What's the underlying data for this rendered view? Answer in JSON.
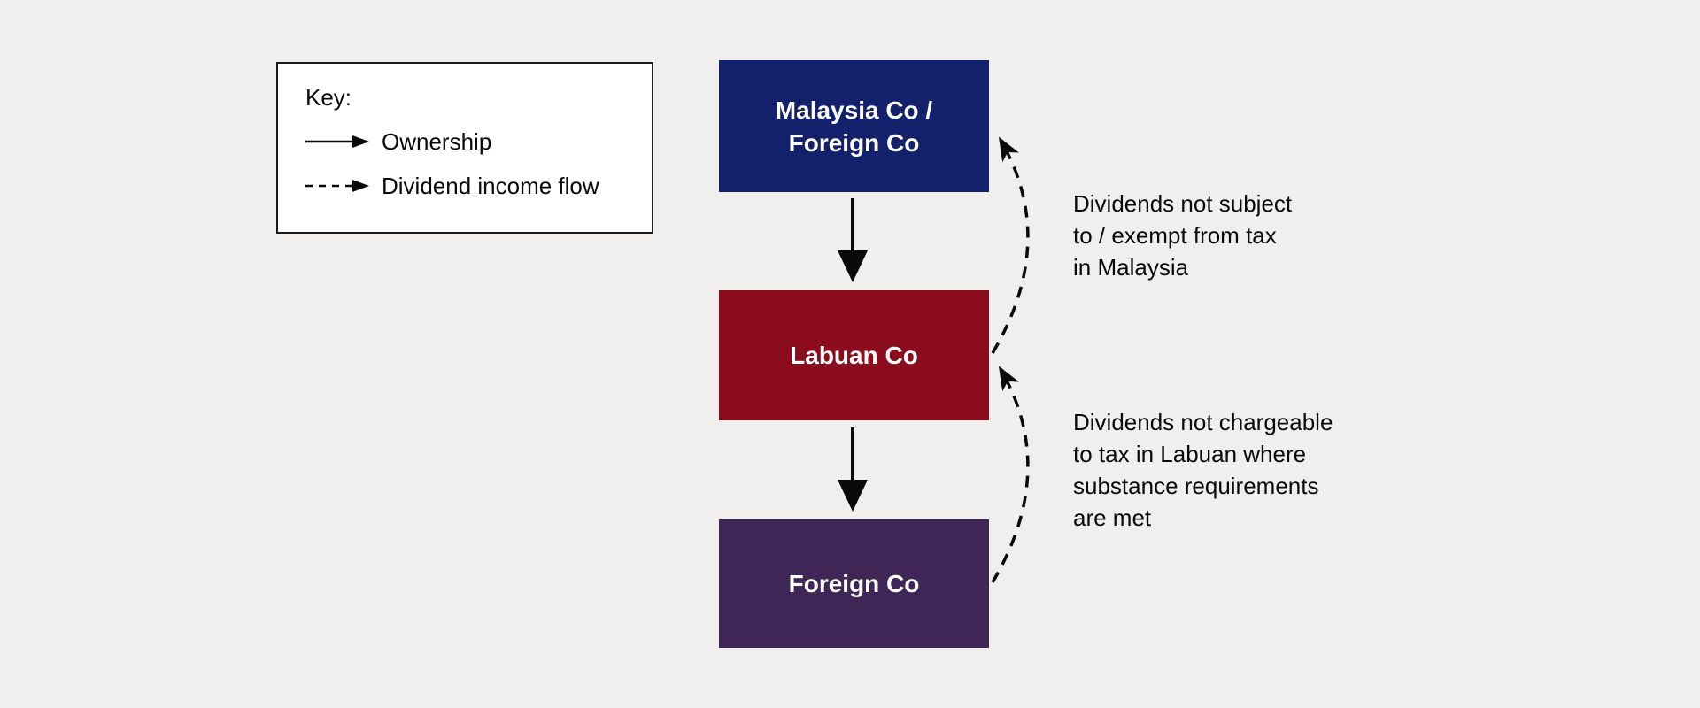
{
  "colors": {
    "background": "#f0efed",
    "malaysia_box": "#13206b",
    "labuan_box": "#8b0c1d",
    "foreign_box": "#3f2656",
    "key_background": "#ffffff",
    "key_border": "#1a1a1a",
    "arrow": "#0a0a0a",
    "node_text": "#ffffff",
    "text": "#0a0a0a"
  },
  "key": {
    "title": "Key:",
    "items": [
      {
        "style": "solid-arrow",
        "label": "Ownership"
      },
      {
        "style": "dashed-arrow",
        "label": "Dividend income flow"
      }
    ]
  },
  "nodes": [
    {
      "lines": [
        "Malaysia Co /",
        "Foreign Co"
      ],
      "color": "#13206b"
    },
    {
      "lines": [
        "Labuan Co"
      ],
      "color": "#8b0c1d"
    },
    {
      "lines": [
        "Foreign Co"
      ],
      "color": "#3f2656"
    }
  ],
  "annotations": [
    {
      "lines": [
        "Dividends not subject",
        "to / exempt from tax",
        "in Malaysia"
      ]
    },
    {
      "lines": [
        "Dividends not chargeable",
        "to tax in Labuan where",
        "substance requirements",
        "are met"
      ]
    }
  ]
}
